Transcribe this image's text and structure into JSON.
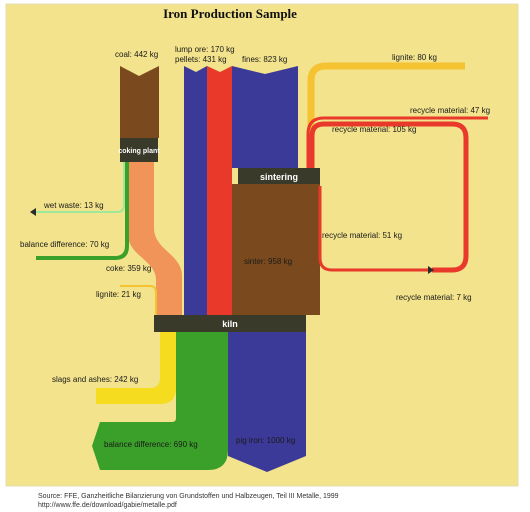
{
  "title": "Iron Production Sample",
  "colors": {
    "panel": "#f2e38c",
    "coal": "#7a4a1e",
    "ore": "#3b3a98",
    "pellets": "#e8392a",
    "coke": "#f0945a",
    "sinter": "#7a4a1e",
    "lignite": "#f5c232",
    "recycle": "#e8392a",
    "wet_waste": "#9ee89a",
    "balance_green": "#3aa02a",
    "slag": "#f5dc1e",
    "node": "#3a3a2a"
  },
  "nodes": {
    "coking_plant": "coking plant",
    "sintering": "sintering",
    "kiln": "kiln"
  },
  "flows": {
    "coal": "coal: 442 kg",
    "lump_ore": "lump ore: 170 kg",
    "pellets": "pellets: 431 kg",
    "fines": "fines: 823 kg",
    "lignite_top": "lignite: 80 kg",
    "recycle_47": "recycle material: 47 kg",
    "recycle_105": "recycle material: 105 kg",
    "wet_waste": "wet waste: 13 kg",
    "balance_70": "balance difference: 70 kg",
    "recycle_51": "recycle material: 51 kg",
    "coke": "coke: 359 kg",
    "sinter": "sinter: 958 kg",
    "recycle_7": "recycle material: 7 kg",
    "lignite_21": "lignite: 21 kg",
    "slags": "slags and ashes: 242 kg",
    "balance_690": "balance difference: 690 kg",
    "pig_iron": "pig iron: 1000 kg"
  },
  "source": {
    "line1": "Source: FFE, Ganzheitliche Bilanzierung von Grundstoffen und Halbzeugen, Teil III Metalle, 1999",
    "line2": "http://www.ffe.de/download/gabie/metalle.pdf"
  }
}
